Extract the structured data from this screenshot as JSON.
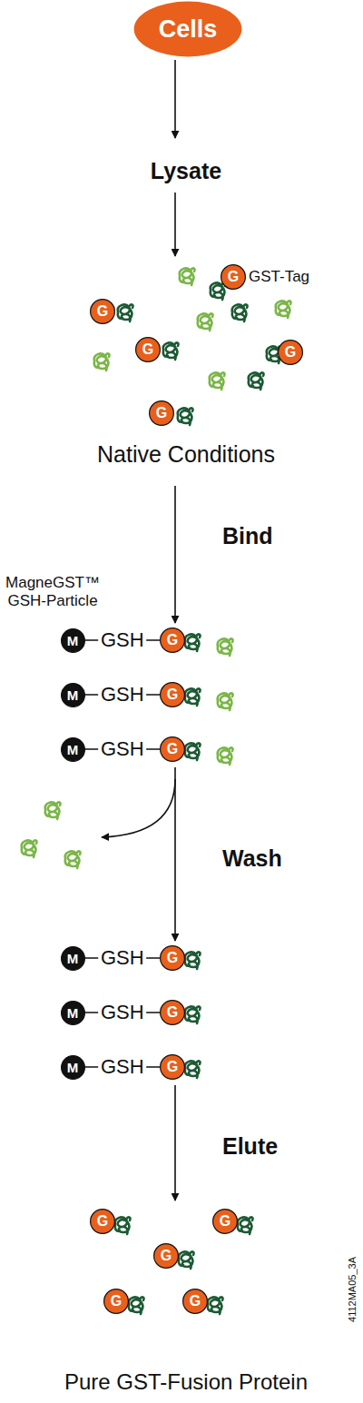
{
  "diagram": {
    "nodes": [
      {
        "text": [
          "Cells"
        ]
      },
      {
        "text": [
          "G"
        ]
      },
      {
        "text": [
          "G"
        ]
      },
      {
        "text": [
          "G"
        ]
      },
      {
        "text": [
          "G"
        ]
      },
      {
        "text": [
          "G"
        ]
      },
      {
        "text": [
          "M"
        ]
      },
      {
        "text": [
          "G"
        ]
      },
      {
        "text": [
          "M"
        ]
      },
      {
        "text": [
          "G"
        ]
      },
      {
        "text": [
          "M"
        ]
      },
      {
        "text": [
          "G"
        ]
      },
      {
        "text": [
          "M"
        ]
      },
      {
        "text": [
          "G"
        ]
      },
      {
        "text": [
          "M"
        ]
      },
      {
        "text": [
          "G"
        ]
      },
      {
        "text": [
          "M"
        ]
      },
      {
        "text": [
          "G"
        ]
      },
      {
        "text": [
          "G"
        ]
      },
      {
        "text": [
          "G"
        ]
      },
      {
        "text": [
          "G"
        ]
      },
      {
        "text": [
          "G"
        ]
      },
      {
        "text": [
          "G"
        ]
      }
    ],
    "edges": [
      {
        "from": 6,
        "to": 7,
        "label": "GSH",
        "arrow": "none"
      },
      {
        "from": 8,
        "to": 9,
        "label": "GSH",
        "arrow": "none"
      },
      {
        "from": 10,
        "to": 11,
        "label": "GSH",
        "arrow": "none"
      },
      {
        "from": 12,
        "to": 13,
        "label": "GSH",
        "arrow": "none"
      },
      {
        "from": 14,
        "to": 15,
        "label": "GSH",
        "arrow": "none"
      },
      {
        "from": 16,
        "to": 17,
        "label": "GSH",
        "arrow": "none"
      }
    ],
    "labels": [
      "Lysate",
      "GST-Tag",
      "Native Conditions",
      "Bind",
      "MagneGST™ GSH-Particle",
      "Wash",
      "Elute",
      "Pure GST-Fusion Protein",
      "4112MA05_3A"
    ]
  }
}
